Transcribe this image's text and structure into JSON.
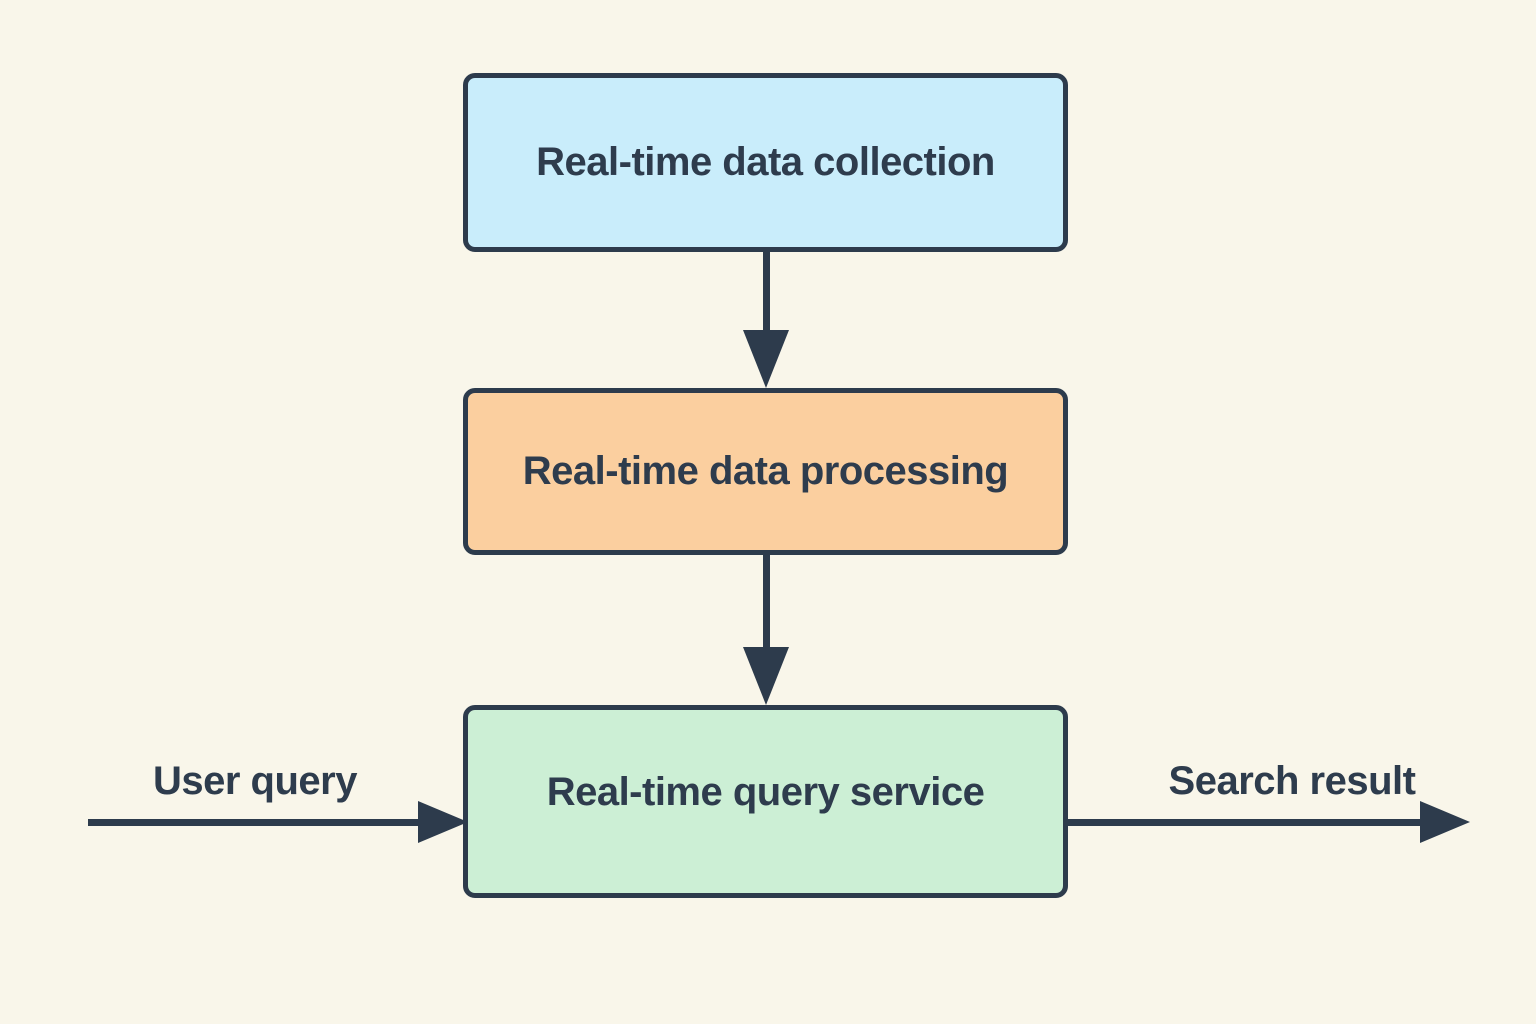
{
  "diagram": {
    "type": "flowchart",
    "colors": {
      "background": "#f9f6ea",
      "stroke": "#2d3b4c",
      "text": "#2e3c4d",
      "node_collection_fill": "#c9edfb",
      "node_processing_fill": "#fbcf9f",
      "node_query_fill": "#ccefd5"
    },
    "nodes": [
      {
        "id": "collection",
        "label": "Real-time data collection"
      },
      {
        "id": "processing",
        "label": "Real-time data processing"
      },
      {
        "id": "query",
        "label": "Real-time query service"
      }
    ],
    "edges": [
      {
        "from": "collection",
        "to": "processing",
        "label": ""
      },
      {
        "from": "processing",
        "to": "query",
        "label": ""
      },
      {
        "from": "external-input",
        "to": "query",
        "label": "User query"
      },
      {
        "from": "query",
        "to": "external-output",
        "label": "Search result"
      }
    ],
    "edge_labels": {
      "input": "User query",
      "output": "Search result"
    }
  }
}
